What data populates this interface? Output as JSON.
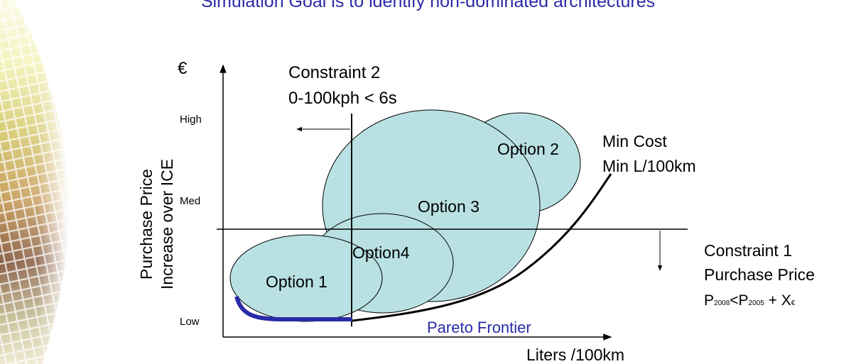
{
  "title": "Simulation Goal is to identify non-dominated architectures",
  "y_axis": {
    "unit_symbol": "€",
    "label_line1": "Purchase Price",
    "label_line2": "Increase over ICE",
    "ticks": [
      "High",
      "Med",
      "Low"
    ]
  },
  "x_axis": {
    "label": "Liters /100km"
  },
  "constraint_2": {
    "line1": "Constraint 2",
    "line2": "0-100kph < 6s"
  },
  "constraint_1": {
    "line1": "Constraint 1",
    "line2": "Purchase Price",
    "formula_p1": "P",
    "formula_sub1": "2008",
    "formula_lt": "<P",
    "formula_sub2": "2005",
    "formula_plus": " + X",
    "formula_sub3": "€"
  },
  "min_annotation": {
    "line1": "Min Cost",
    "line2": "Min L/100km"
  },
  "options": [
    {
      "id": "option-2",
      "label": "Option 2"
    },
    {
      "id": "option-3",
      "label": "Option 3"
    },
    {
      "id": "option-4",
      "label": "Option4"
    },
    {
      "id": "option-1",
      "label": "Option 1"
    }
  ],
  "pareto_label": "Pareto Frontier",
  "colors": {
    "title": "#2a2aa8",
    "ellipse_fill": "#b9e1e3",
    "pareto_line": "#2a2aa8",
    "pareto_label": "#2a2aa8"
  }
}
